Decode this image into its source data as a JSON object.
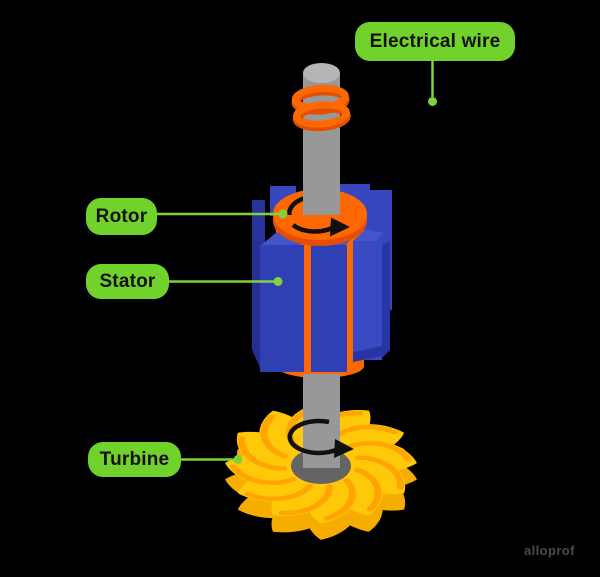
{
  "diagram": {
    "subject": "electric-generator",
    "labels": [
      {
        "id": "electrical_wire",
        "text": "Electrical wire"
      },
      {
        "id": "rotor",
        "text": "Rotor"
      },
      {
        "id": "stator",
        "text": "Stator"
      },
      {
        "id": "turbine",
        "text": "Turbine"
      }
    ],
    "parts": [
      "shaft",
      "electrical-wire-rings",
      "rotor-ring",
      "stator-blocks",
      "turbine-wheel",
      "rotation-arrow-rotor",
      "rotation-arrow-turbine"
    ]
  },
  "watermark": "alloprof",
  "colors": {
    "background": "#000000",
    "label_green": "#72D22C",
    "leader_green": "#7FD23E",
    "orange": "#FF6700",
    "orange_shadow": "#E54E00",
    "stator_blue": "#2F3FB4",
    "stator_blue_top": "#4355CA",
    "stator_blue_dark": "#27339B",
    "turbine_yellow": "#FFC90A",
    "turbine_accent": "#FFA400",
    "shaft_gray": "#989898",
    "hub_gray": "#646464",
    "arrow_black": "#101010"
  }
}
